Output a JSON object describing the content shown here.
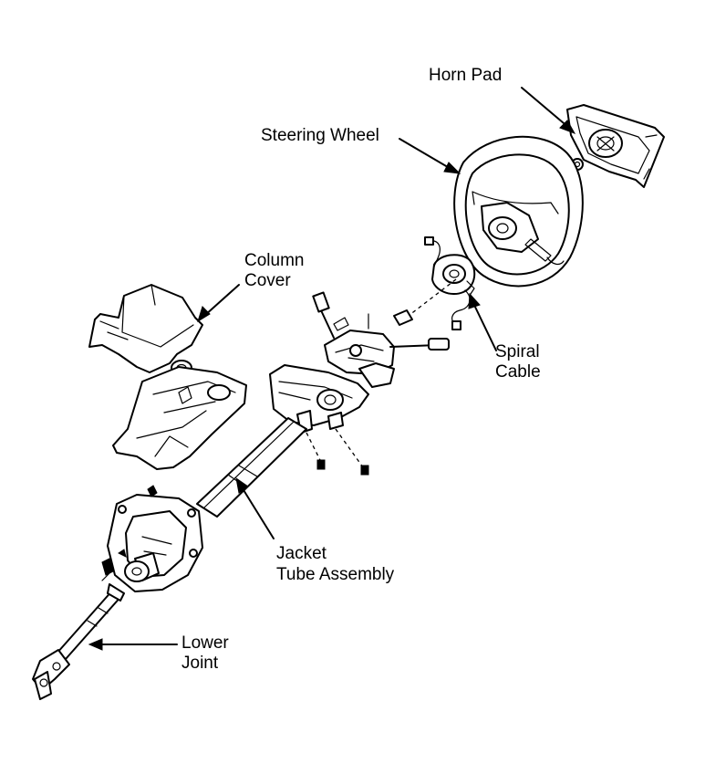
{
  "labels": {
    "horn_pad": "Horn Pad",
    "steering_wheel": "Steering Wheel",
    "column_cover_1": "Column",
    "column_cover_2": "Cover",
    "spiral_cable_1": "Spiral",
    "spiral_cable_2": "Cable",
    "jacket_tube_1": "Jacket",
    "jacket_tube_2": "Tube Assembly",
    "lower_joint_1": "Lower",
    "lower_joint_2": "Joint"
  }
}
